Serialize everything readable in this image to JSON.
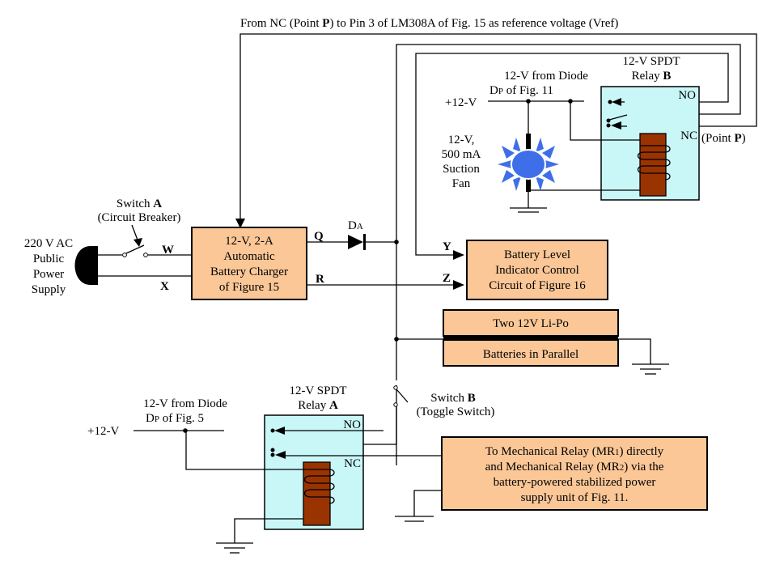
{
  "title_note": {
    "prefix": "From NC (Point ",
    "bold": "P",
    "suffix": ") to Pin 3 of LM308A of Fig. 15 as reference voltage (Vref)"
  },
  "power_supply": {
    "lines": [
      "220 V AC",
      "Public",
      "Power",
      "Supply"
    ]
  },
  "switch_a": {
    "line1_prefix": "Switch ",
    "line1_bold": "A",
    "line2": "(Circuit Breaker)"
  },
  "nodes": {
    "w": "W",
    "x": "X",
    "q": "Q",
    "r": "R",
    "y": "Y",
    "z": "Z"
  },
  "charger": {
    "lines": [
      "12-V, 2-A",
      "Automatic",
      "Battery Charger",
      "of Figure 15"
    ]
  },
  "diode_a": {
    "label": "D",
    "subscript": "A"
  },
  "battery_indicator": {
    "lines": [
      "Battery Level",
      "Indicator Control",
      "Circuit of Figure 16"
    ]
  },
  "batteries": {
    "top": "Two 12V Li-Po",
    "bottom": "Batteries in Parallel"
  },
  "relay_b": {
    "title_line1": "12-V SPDT",
    "title_line2_prefix": "Relay ",
    "title_line2_bold": "B",
    "no": "NO",
    "nc": "NC",
    "point_prefix": "(Point ",
    "point_bold": "P",
    "point_suffix": ")"
  },
  "supply_b": {
    "line1": "12-V from Diode",
    "line2_d": "D",
    "line2_sub": "P",
    "line2_rest": " of Fig. 11",
    "voltage": "+12-V"
  },
  "fan": {
    "lines": [
      "12-V,",
      "500 mA",
      "Suction",
      "Fan"
    ],
    "color": "#3f6fe8"
  },
  "switch_b": {
    "line1_prefix": "Switch ",
    "line1_bold": "B",
    "line2": "(Toggle Switch)"
  },
  "relay_a": {
    "title_line1": "12-V SPDT",
    "title_line2_prefix": "Relay ",
    "title_line2_bold": "A",
    "no": "NO",
    "nc": "NC"
  },
  "supply_a": {
    "line1": "12-V from Diode",
    "line2_d": "D",
    "line2_sub": "P",
    "line2_rest": " of Fig. 5",
    "voltage": "+12-V"
  },
  "mechanical_relay": {
    "line1_a": "To Mechanical Relay (MR",
    "line1_sub": "1",
    "line1_b": ") directly",
    "line2_a": "and Mechanical Relay (MR",
    "line2_sub": "2",
    "line2_b": ") via the",
    "line3": "battery-powered stabilized power",
    "line4": "supply unit of Fig. 11."
  },
  "colors": {
    "block_fill": "#fbc797",
    "relay_fill": "#c9f7f8",
    "coil_fill": "#993300",
    "fan_fill": "#3f6fe8"
  }
}
